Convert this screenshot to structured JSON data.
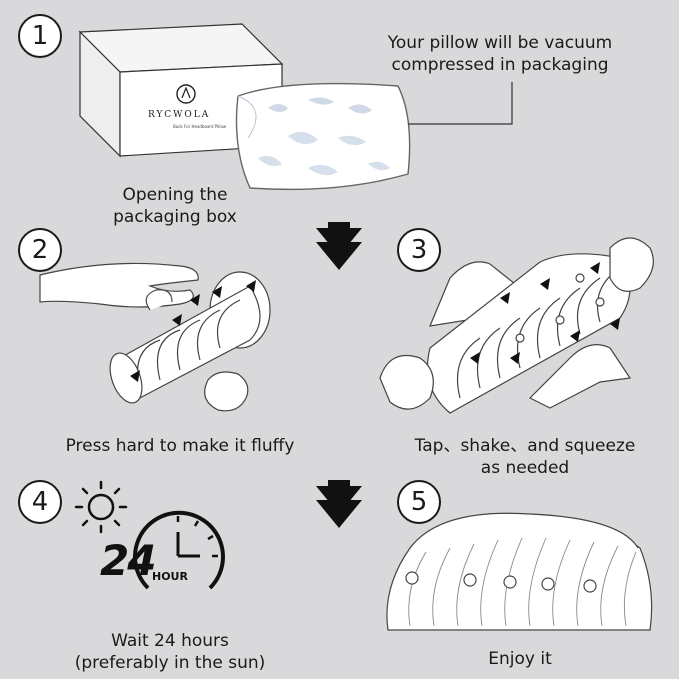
{
  "steps": [
    {
      "number": "1",
      "caption_line1": "Opening the",
      "caption_line2": "packaging box"
    },
    {
      "number": "2",
      "caption_line1": "Press hard to make it fluffy"
    },
    {
      "number": "3",
      "caption_line1": "Tap、shake、and squeeze",
      "caption_line2": "as needed"
    },
    {
      "number": "4",
      "caption_line1": "Wait 24 hours",
      "caption_line2": "(preferably in the sun)"
    },
    {
      "number": "5",
      "caption_line1": "Enjoy it"
    }
  ],
  "vacuum_note": {
    "line1": "Your pillow will be vacuum",
    "line2": "compressed in packaging"
  },
  "box_brand": "RYCWOLA",
  "box_tagline": "Back For Headboard Pillow",
  "clock": {
    "big_number": "24",
    "unit": "HOUR"
  }
}
